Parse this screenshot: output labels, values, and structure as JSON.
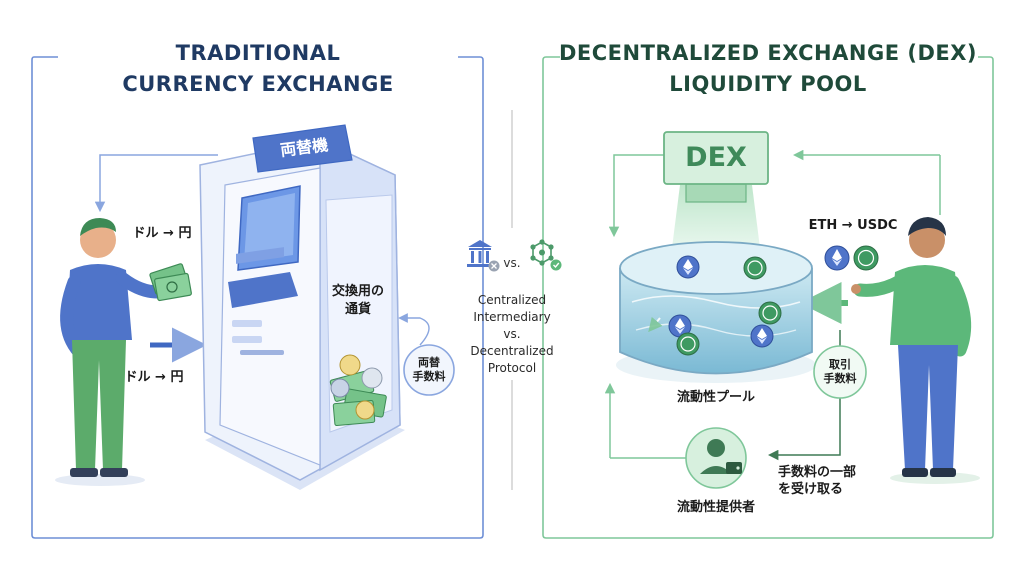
{
  "left_panel": {
    "title_line1": "TRADITIONAL",
    "title_line2": "CURRENCY EXCHANGE",
    "machine_sign": "両替機",
    "flow_label_top": "ドル → 円",
    "flow_label_bottom": "ドル → 円",
    "cash_label_line1": "交換用の",
    "cash_label_line2": "通貨",
    "fee_badge_line1": "両替",
    "fee_badge_line2": "手数料"
  },
  "center": {
    "vs_text": "vs.",
    "caption_line1": "Centralized",
    "caption_line2": "Intermediary",
    "caption_line3": "vs.",
    "caption_line4": "Decentralized",
    "caption_line5": "Protocol"
  },
  "right_panel": {
    "title_line1": "DECENTRALIZED EXCHANGE (DEX)",
    "title_line2": "LIQUIDITY POOL",
    "dex_box_label": "DEX",
    "swap_label": "ETH → USDC",
    "pool_label": "流動性プール",
    "fee_badge_line1": "取引",
    "fee_badge_line2": "手数料",
    "provider_label": "流動性提供者",
    "reward_line1": "手数料の一部",
    "reward_line2": "を受け取る"
  },
  "colors": {
    "left_accent": "#4f74c9",
    "right_accent": "#5cb87a",
    "title_left": "#1f3a63",
    "title_right": "#1f4a3a"
  }
}
